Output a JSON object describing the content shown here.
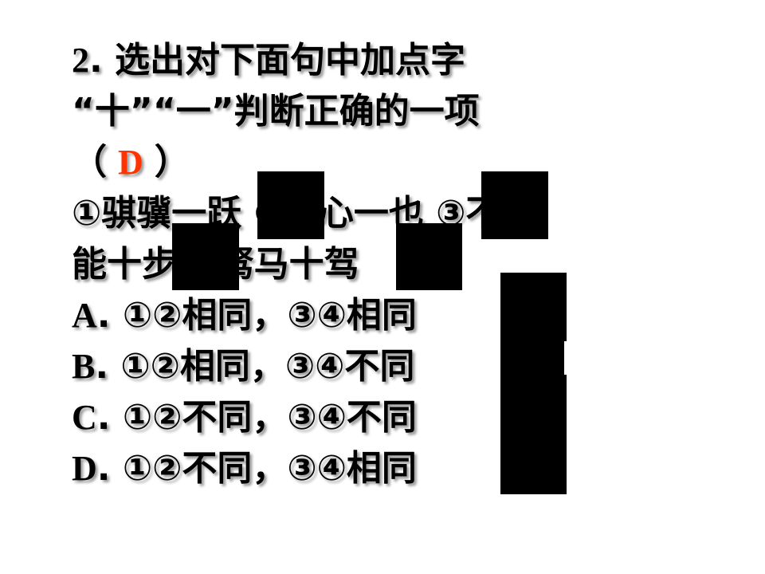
{
  "question": {
    "number": "2",
    "separator": ".",
    "line1_text": "选出对下面句中加点字",
    "line2_text": "“十”“一”判断正确的一项",
    "paren_open": "（",
    "answer": "D",
    "paren_close": "）",
    "line4_text": "①骐骥一跃 ②用心一也 ③不",
    "line5_text": "能十步 ④驽马十驾"
  },
  "options": [
    {
      "label": "A",
      "separator": ".",
      "text": "①②相同，③④相同"
    },
    {
      "label": "B",
      "separator": ".",
      "text": "①②相同，③④不同"
    },
    {
      "label": "C",
      "separator": ".",
      "text": "①②不同，③④不同"
    },
    {
      "label": "D",
      "separator": ".",
      "text": "①②不同，③④相同"
    }
  ],
  "colors": {
    "text": "#000000",
    "answer": "#ff3300",
    "shadow": "#9a9a9a",
    "redaction": "#000000"
  }
}
